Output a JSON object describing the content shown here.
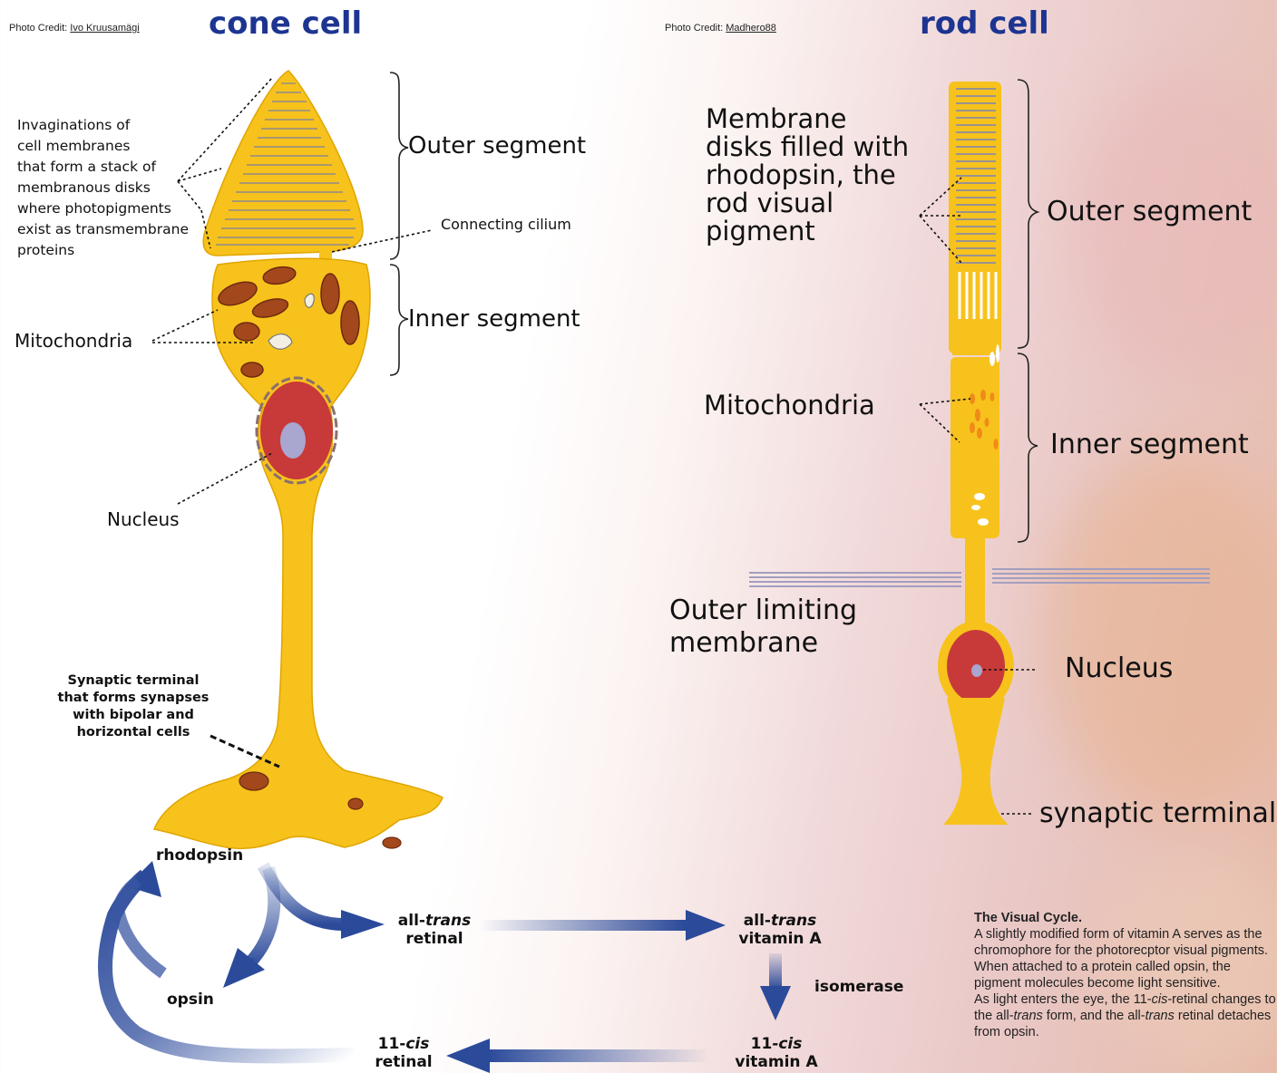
{
  "cone": {
    "credit_prefix": "Photo Credit:",
    "credit_name": "Ivo Kruusamägi",
    "title": "cone cell",
    "invaginations": [
      "Invaginations of",
      "cell membranes",
      "that form a stack of",
      "membranous disks",
      "where photopigments",
      "exist as transmembrane",
      "proteins"
    ],
    "outer_segment": "Outer segment",
    "connecting_cilium": "Connecting cilium",
    "inner_segment": "Inner segment",
    "mitochondria": "Mitochondria",
    "nucleus": "Nucleus",
    "synaptic": [
      "Synaptic terminal",
      "that forms synapses",
      "with bipolar and",
      "horizontal cells"
    ]
  },
  "rod": {
    "credit_prefix": "Photo Credit:",
    "credit_name": "Madhero88",
    "title": "rod cell",
    "membrane_disks": [
      "Membrane",
      "disks filled with",
      "rhodopsin, the",
      "rod visual",
      "pigment"
    ],
    "outer_segment": "Outer segment",
    "mitochondria": "Mitochondria",
    "inner_segment": "Inner segment",
    "outer_limiting": [
      "Outer limiting",
      "membrane"
    ],
    "nucleus": "Nucleus",
    "synaptic_terminal": "synaptic terminal"
  },
  "cycle": {
    "rhodopsin": "rhodopsin",
    "all_trans_retinal_a": "all-",
    "all_trans_retinal_i": "trans",
    "all_trans_retinal_b": "retinal",
    "all_trans_vita_a": "all-",
    "all_trans_vita_i": "trans",
    "all_trans_vita_b": "vitamin A",
    "opsin": "opsin",
    "isomerase": "isomerase",
    "cis_retinal_a": "11-",
    "cis_retinal_i": "cis",
    "cis_retinal_b": "retinal",
    "cis_vita_a": "11-",
    "cis_vita_i": "cis",
    "cis_vita_b": "vitamin A"
  },
  "visual_cycle": {
    "heading": "The Visual Cycle.",
    "l1": "A slightly modified form of vitamin A serves as the",
    "l2": "chromophore for the photorecptor visual pigments.",
    "l3": "When attached to a protein called opsin, the",
    "l4": "pigment molecules become light sensitive.",
    "l5a": "As light enters the eye, the 11-",
    "l5i": "cis",
    "l5b": "-retinal changes to",
    "l6a": "the all-",
    "l6i": "trans",
    "l6b": " form, and the all-",
    "l6i2": "trans",
    "l6c": " retinal detaches",
    "l7": "from opsin."
  },
  "colors": {
    "title_blue": "#1d3591",
    "cell_yellow": "#f7c21c",
    "nucleus_red": "#c8393a",
    "arrow_blue": "#2b4a9a"
  }
}
